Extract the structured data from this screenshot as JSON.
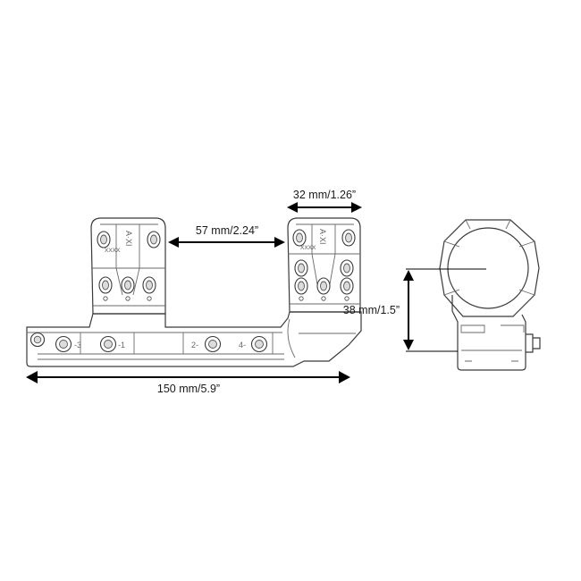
{
  "dimensions": {
    "ring_spacing": "57 mm/2.24”",
    "ring_width": "32 mm/1.26”",
    "overall_length": "150 mm/5.9”",
    "center_height": "38 mm/1.5”"
  },
  "base_markings": {
    "minus_3": "-3",
    "minus_1": "-1",
    "plus_2": "2-",
    "plus_4": "4-"
  },
  "ring_markings": {
    "ring1_cap": "A·XI",
    "ring2_cap": "A·XI",
    "ring1_serial": "XXXX",
    "ring2_serial": "XXXX"
  }
}
